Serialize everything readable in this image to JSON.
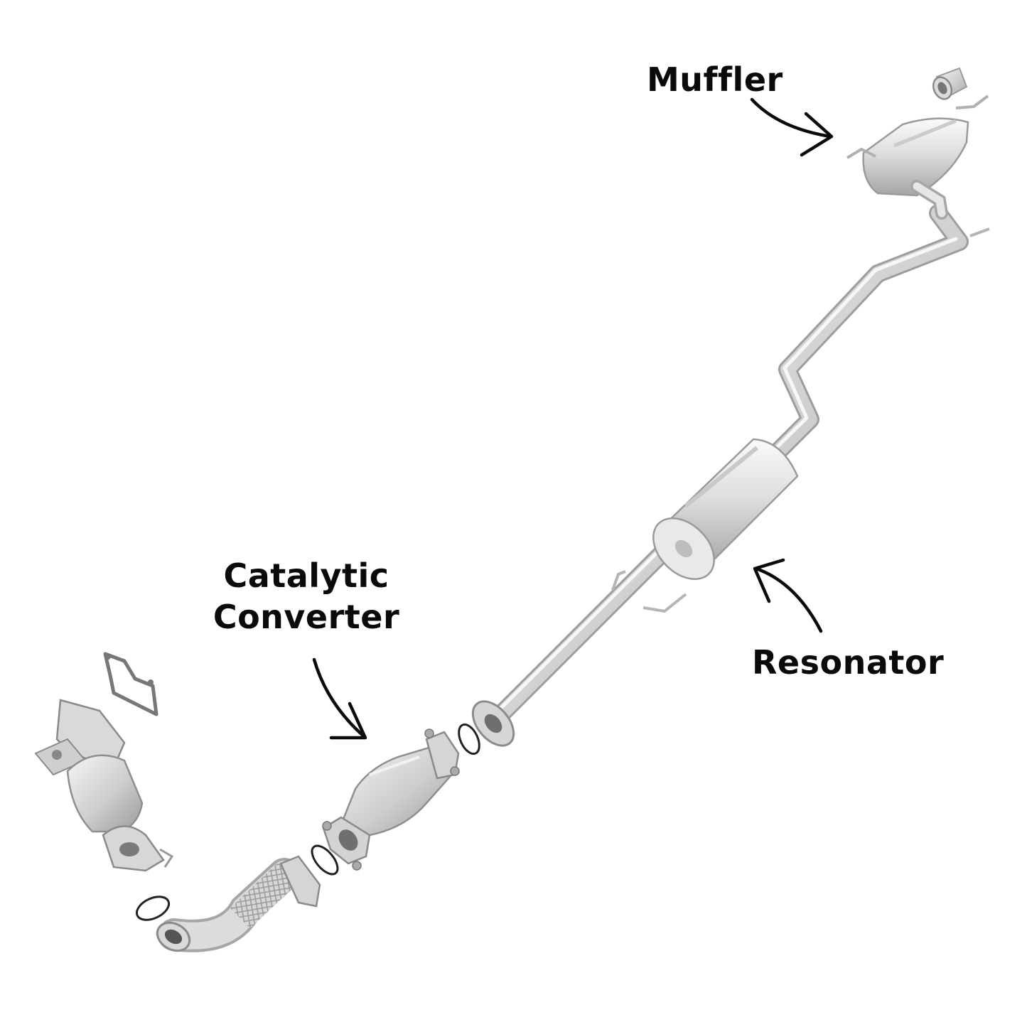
{
  "labels": {
    "muffler": "Muffler",
    "catalytic_converter_line1": "Catalytic",
    "catalytic_converter_line2": "Converter",
    "resonator": "Resonator"
  },
  "colors": {
    "background": "#ffffff",
    "text": "#0a0a0a",
    "arrow": "#0a0a0a",
    "steel_light": "#f1f1f1",
    "steel_mid": "#cfcfcf",
    "steel_dark": "#8f8f8f"
  }
}
